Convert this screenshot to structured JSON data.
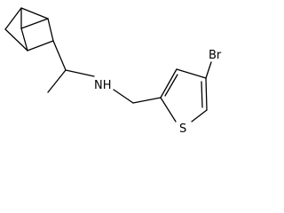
{
  "molecule": {
    "atoms": {
      "amine": "NH",
      "sulfur": "S",
      "bromine": "Br"
    },
    "colors": {
      "bond": "#000000",
      "label": "#000000",
      "background": "#ffffff"
    }
  }
}
